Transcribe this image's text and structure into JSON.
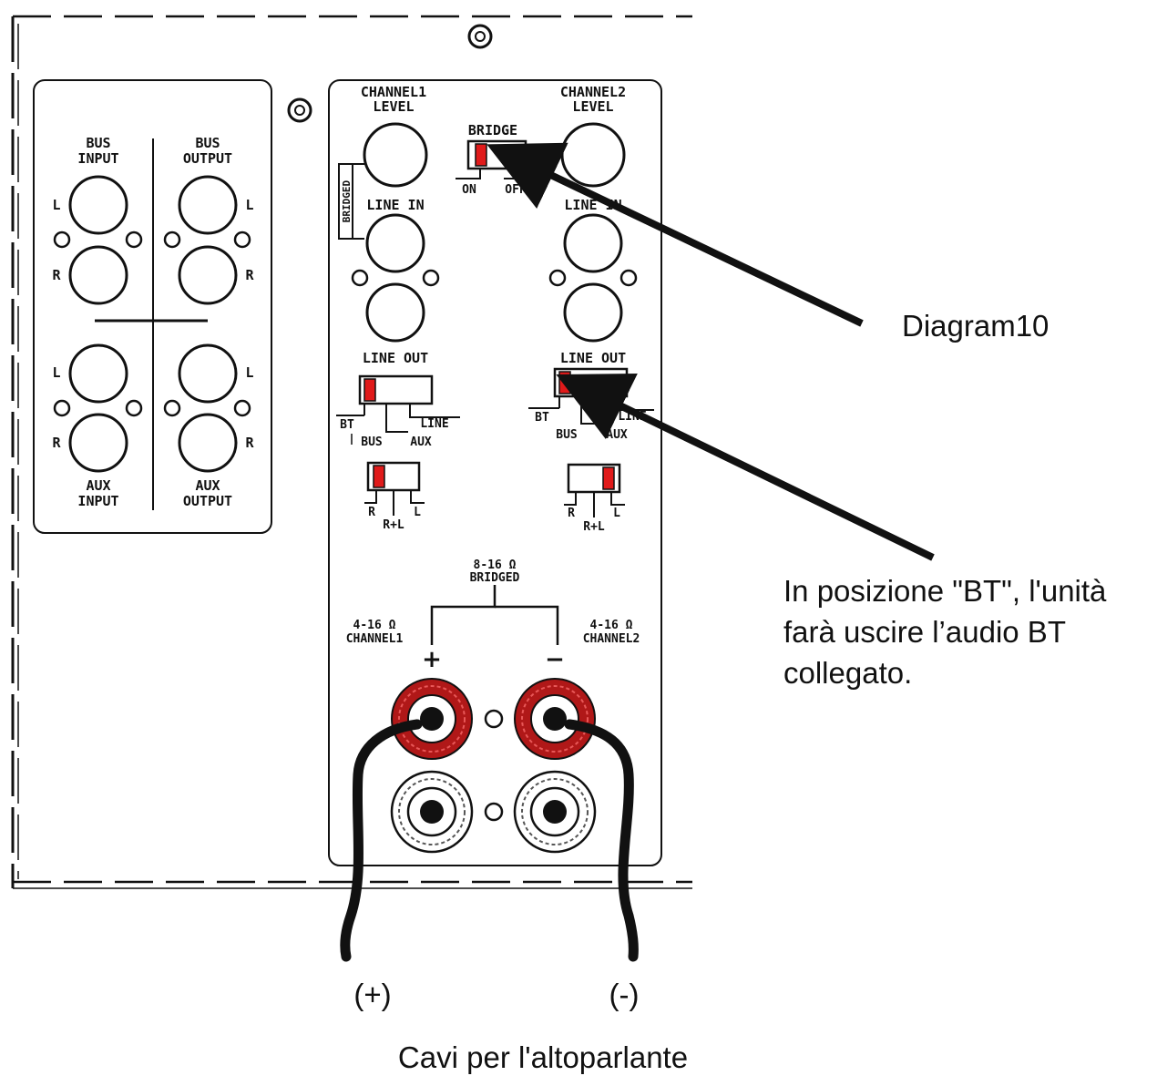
{
  "colors": {
    "accent_red": "#e01a1a",
    "terminal_red": "#b01818",
    "line": "#111111"
  },
  "left_panel": {
    "bus_input": [
      "BUS",
      "INPUT"
    ],
    "bus_output": [
      "BUS",
      "OUTPUT"
    ],
    "aux_input": [
      "AUX",
      "INPUT"
    ],
    "aux_output": [
      "AUX",
      "OUTPUT"
    ],
    "left_label": "L",
    "right_label": "R"
  },
  "right_panel": {
    "channel1_level": [
      "CHANNEL1",
      "LEVEL"
    ],
    "channel2_level": [
      "CHANNEL2",
      "LEVEL"
    ],
    "bridge": "BRIDGE",
    "bridge_on": "ON",
    "bridge_off": "OFF",
    "bridged_vertical": "BRIDGED",
    "line_in": "LINE IN",
    "line_out": "LINE OUT",
    "sw_bt": "BT",
    "sw_bus": "BUS",
    "sw_aux": "AUX",
    "sw_line": "LINE",
    "sw_r": "R",
    "sw_rl": "R+L",
    "sw_l": "L",
    "bridged_ohm": [
      "8-16 Ω",
      "BRIDGED"
    ],
    "ch1_ohm": [
      "4-16 Ω",
      "CHANNEL1"
    ],
    "ch2_ohm": [
      "4-16 Ω",
      "CHANNEL2"
    ],
    "plus": "+",
    "minus": "−"
  },
  "annotations": {
    "diagram_label": "Diagram10",
    "bt_note": [
      "In posizione \"BT\", l'unità",
      "farà uscire l’audio BT",
      "collegato."
    ],
    "plus_cable": "(+)",
    "minus_cable": "(-)",
    "cables_caption": "Cavi per l'altoparlante"
  }
}
